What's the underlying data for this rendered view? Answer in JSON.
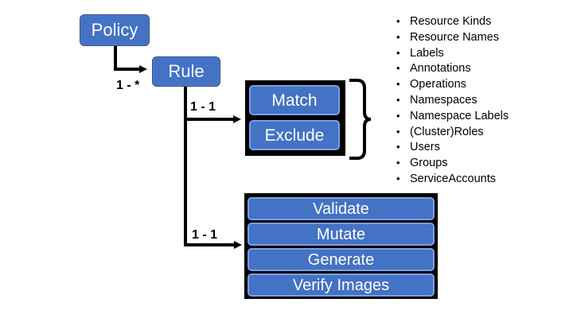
{
  "diagram": {
    "policy_label": "Policy",
    "rule_label": "Rule",
    "rel_policy_rule": "1 - *",
    "rel_rule_match": "1 - 1",
    "rel_rule_actions": "1 - 1",
    "match_group": {
      "items": [
        "Match",
        "Exclude"
      ]
    },
    "action_group": {
      "items": [
        "Validate",
        "Mutate",
        "Generate",
        "Verify Images"
      ]
    },
    "match_attributes": [
      "Resource Kinds",
      "Resource Names",
      "Labels",
      "Annotations",
      "Operations",
      "Namespaces",
      "Namespace Labels",
      "(Cluster)Roles",
      "Users",
      "Groups",
      "ServiceAccounts"
    ],
    "colors": {
      "box_fill": "#4472c4",
      "card_border": "#7aa0e6",
      "panel": "#000000",
      "connector": "#000000"
    }
  }
}
